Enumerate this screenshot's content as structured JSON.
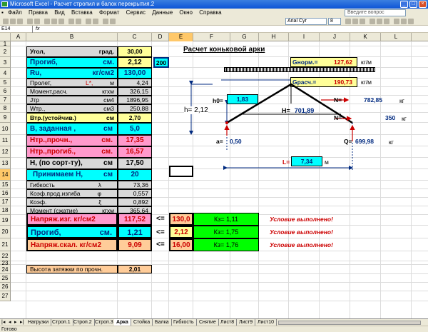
{
  "window": {
    "title": "Microsoft Excel - Расчет стропил и балок перекрытия.2"
  },
  "menu": [
    "Файл",
    "Правка",
    "Вид",
    "Вставка",
    "Формат",
    "Сервис",
    "Данные",
    "Окно",
    "Справка"
  ],
  "ask_placeholder": "Введите вопрос",
  "toolbar": {
    "font": "Arial Cyr",
    "size": "8"
  },
  "namebox": "E14",
  "columns": [
    "A",
    "B",
    "C",
    "D",
    "E",
    "F",
    "G",
    "H",
    "I",
    "J",
    "K",
    "L"
  ],
  "rows": [
    "1",
    "2",
    "3",
    "4",
    "5",
    "6",
    "7",
    "8",
    "9",
    "10",
    "11",
    "12",
    "13",
    "14",
    "15",
    "16",
    "17",
    "18",
    "19",
    "20",
    "21",
    "22",
    "23",
    "24",
    "25",
    "26",
    "27"
  ],
  "left_table": {
    "ugol": {
      "label": "Угол,",
      "unit": "град.",
      "value": "30,00"
    },
    "progib_top": {
      "label": "Прогиб,",
      "unit": "см.",
      "value": "2,12",
      "extra": "200"
    },
    "ru": {
      "label": "Ru,",
      "unit": "кг/см2",
      "value": "130,00"
    },
    "prolet": {
      "label": "Пролет,",
      "unit": "L*,",
      "unit2": "м",
      "value": "4,24"
    },
    "moment": {
      "label": "Момент,расч.",
      "unit": "кгхм",
      "value": "326,15"
    },
    "jtr": {
      "label": "Jтр",
      "unit": "см4",
      "value": "1896,95"
    },
    "wtr": {
      "label": "Wтр.,",
      "unit": "см3",
      "value": "250,88"
    },
    "vtr": {
      "label": "Втр.(устойчив.)",
      "unit": "см",
      "value": "2,70"
    },
    "b_zad": {
      "label": "В, заданная ,",
      "unit": "см",
      "value": "5,0"
    },
    "htr_proch": {
      "label": "Нтр.,прочн.,",
      "unit": "см.",
      "value": "17,35"
    },
    "htr_progib": {
      "label": "Нтр.,прогиб.,",
      "unit": "см.",
      "value": "16,57"
    },
    "h_sort": {
      "label": "Н, (по сорт-ту),",
      "unit": "см",
      "value": "17,50"
    },
    "h_prin": {
      "label": "Принимаем  Н,",
      "unit": "см",
      "value": "20"
    },
    "gibkost": {
      "label": "Гибкость",
      "unit": "λ",
      "value": "73,36"
    },
    "koef_prod": {
      "label": "Коэф.прод.изгиба",
      "unit": "φ",
      "value": "0,557"
    },
    "koef": {
      "label": "Коэф.",
      "unit": "ξ",
      "value": "0,892"
    },
    "moment_sz": {
      "label": "Момент (сжатие)",
      "unit": "кгхм",
      "value": "365,64"
    }
  },
  "checks": [
    {
      "label": "Напряж.изг.  кг/см2",
      "value": "117,52",
      "op": "<=",
      "limit": "130,0",
      "kz": "Кз= 1,11",
      "status": "Условие выполнено!"
    },
    {
      "label": "Прогиб,",
      "unit": "см.",
      "value": "1,21",
      "op": "<=",
      "limit": "2,12",
      "kz": "Кз= 1,75",
      "status": "Условие выполнено!"
    },
    {
      "label": "Напряж.скал. кг/см2",
      "value": "9,09",
      "op": "<=",
      "limit": "16,00",
      "kz": "Кз= 1,76",
      "status": "Условие выполнено!"
    }
  ],
  "zatyazhka": {
    "label": "Высота затяжки по прочн.",
    "value": "2,01"
  },
  "diagram": {
    "title": "Расчет коньковой арки",
    "gnorm": {
      "label": "Gнорм.=",
      "value": "127,62",
      "unit": "кг/м"
    },
    "grasch": {
      "label": "Gрасч.=",
      "value": "190,73",
      "unit": "кг/м"
    },
    "h0": {
      "label": "h0=",
      "value": "1,83"
    },
    "h": {
      "label": "h= 2,12"
    },
    "H": {
      "label": "H=",
      "value": "701,89"
    },
    "N1": {
      "label": "N=",
      "value": "782,85",
      "unit": "кг"
    },
    "N2": {
      "label": "N=",
      "value": "350",
      "unit": "кг"
    },
    "a": {
      "label": "a=",
      "value": "0,50"
    },
    "Q": {
      "label": "Q=",
      "value": "699,98",
      "unit": "кг"
    },
    "L": {
      "label": "L=",
      "value": "7,34",
      "unit": "м"
    }
  },
  "sheet_tabs": [
    "Нагрузки",
    "Строп.1",
    "Строп.2",
    "Строп.3",
    "Арка",
    "Стойка",
    "Балка",
    "Гибкость",
    "Снятие",
    "Лист8",
    "Лист9",
    "Лист10"
  ],
  "active_tab": "Арка",
  "status": "Готово",
  "colors": {
    "yellow": "#ffff99",
    "cyan": "#00ffff",
    "lime": "#00ff00",
    "rose": "#ff99cc",
    "peach": "#ffcc99",
    "grey": "#d9d9d9",
    "red": "#cc0000",
    "darkred": "#993300"
  }
}
